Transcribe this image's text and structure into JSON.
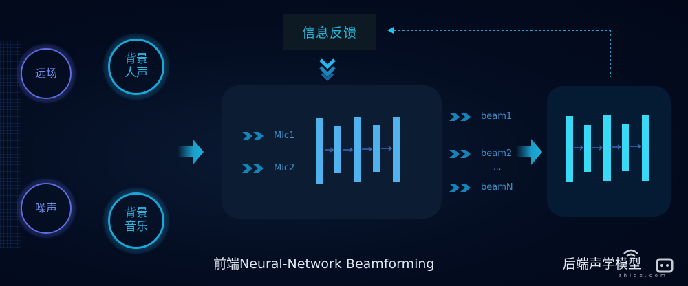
{
  "title": "前端Neural-Network Beamforming / 后端声学模型 pipeline",
  "inputs": {
    "noise_sources": [
      {
        "label": "远场",
        "color": "#5a6fe0"
      },
      {
        "label": "背景\n人声",
        "line1": "背景",
        "line2": "人声",
        "color": "#19a7d8"
      },
      {
        "label": "噪声",
        "color": "#5a6fe0"
      },
      {
        "label": "背景\n音乐",
        "line1": "背景",
        "line2": "音乐",
        "color": "#19a7d8"
      }
    ],
    "waveform_icon": "audio-waveform-icon"
  },
  "feedback": {
    "label": "信息反馈",
    "arrow_icon": "double-chevron-down-icon",
    "line_color": "#1aa7d0"
  },
  "front_end": {
    "mics": [
      "Mic1",
      "Mic2"
    ],
    "bar_color": "#4fb2ee",
    "caption": "前端Neural-Network Beamforming"
  },
  "beams": {
    "items": [
      "beam1",
      "beam2",
      "beamN"
    ],
    "ellipsis": "..."
  },
  "back_end": {
    "bar_color": "#38d9f5",
    "caption": "后端声学模型"
  },
  "watermark": {
    "text": "zhidx.com"
  },
  "colors": {
    "background": "#020a1c",
    "accent": "#1fb6d9",
    "label": "#3d8fc9"
  }
}
